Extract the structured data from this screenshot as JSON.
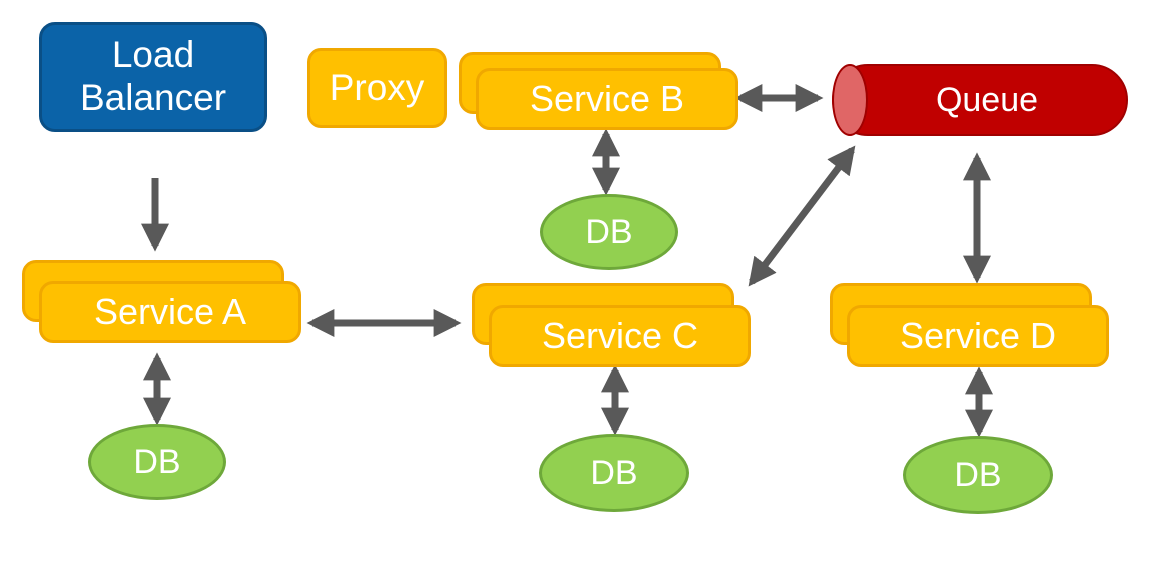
{
  "load_balancer": {
    "label_line1": "Load",
    "label_line2": "Balancer"
  },
  "proxy": {
    "label": "Proxy"
  },
  "queue": {
    "label": "Queue"
  },
  "services": {
    "a": {
      "label": "Service A"
    },
    "b": {
      "label": "Service B"
    },
    "c": {
      "label": "Service C"
    },
    "d": {
      "label": "Service D"
    }
  },
  "databases": {
    "a": {
      "label": "DB"
    },
    "b": {
      "label": "DB"
    },
    "c": {
      "label": "DB"
    },
    "d": {
      "label": "DB"
    }
  },
  "colors": {
    "load_balancer": "#0b63a8",
    "service": "#ffc000",
    "database": "#92d050",
    "queue": "#c00000",
    "arrow": "#595959"
  }
}
